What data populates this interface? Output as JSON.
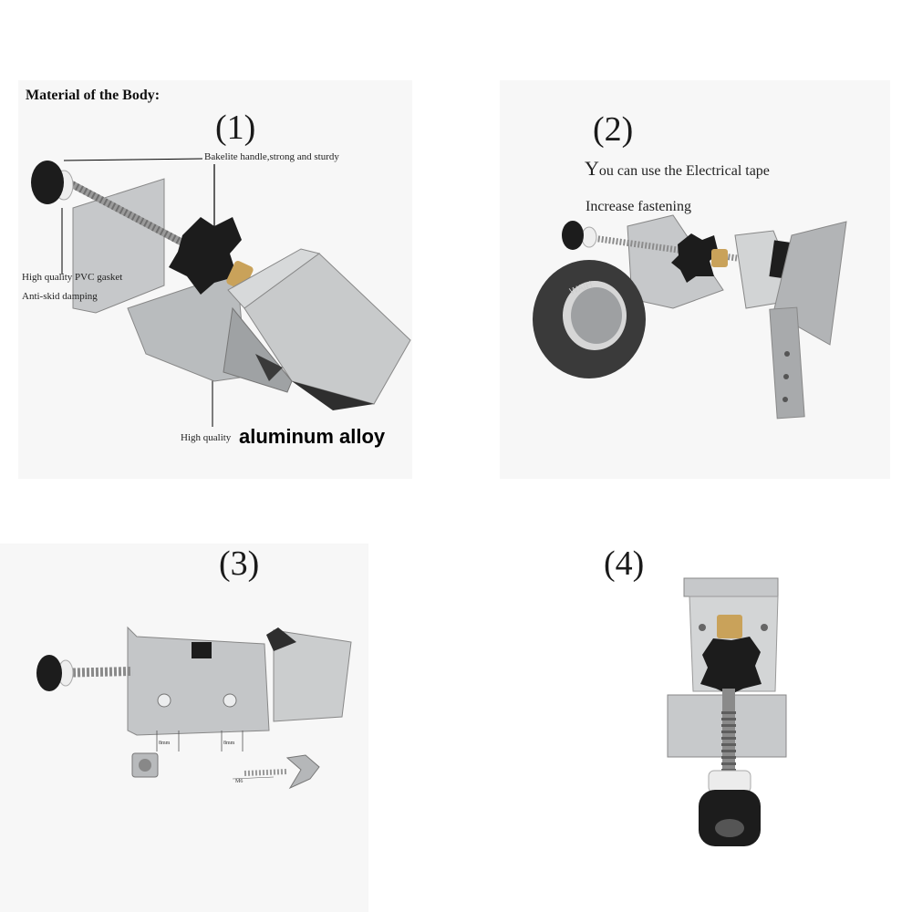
{
  "panel1": {
    "heading": "Material of the Body:",
    "number": "(1)",
    "label_handle": "Bakelite handle,strong and sturdy",
    "label_gasket": "High quality PVC gasket",
    "label_damping": "Anti-skid damping",
    "label_quality": "High quality",
    "label_alloy": "aluminum alloy"
  },
  "panel2": {
    "number": "(2)",
    "line1_initial": "Y",
    "line1_rest": "ou can use the Electrical tape",
    "line2": "Increase fastening",
    "tape_brand": "WAIH"
  },
  "panel3": {
    "number": "(3)",
    "dim1": "8mm",
    "dim2": "8mm",
    "bolt": "M6"
  },
  "panel4": {
    "number": "(4)"
  },
  "colors": {
    "background": "#ffffff",
    "panel_bg": "#f7f7f7",
    "metal": "#c9cbcc",
    "metal_dark": "#8e9194",
    "knob": "#1c1c1c",
    "brass": "#c9a25a"
  }
}
